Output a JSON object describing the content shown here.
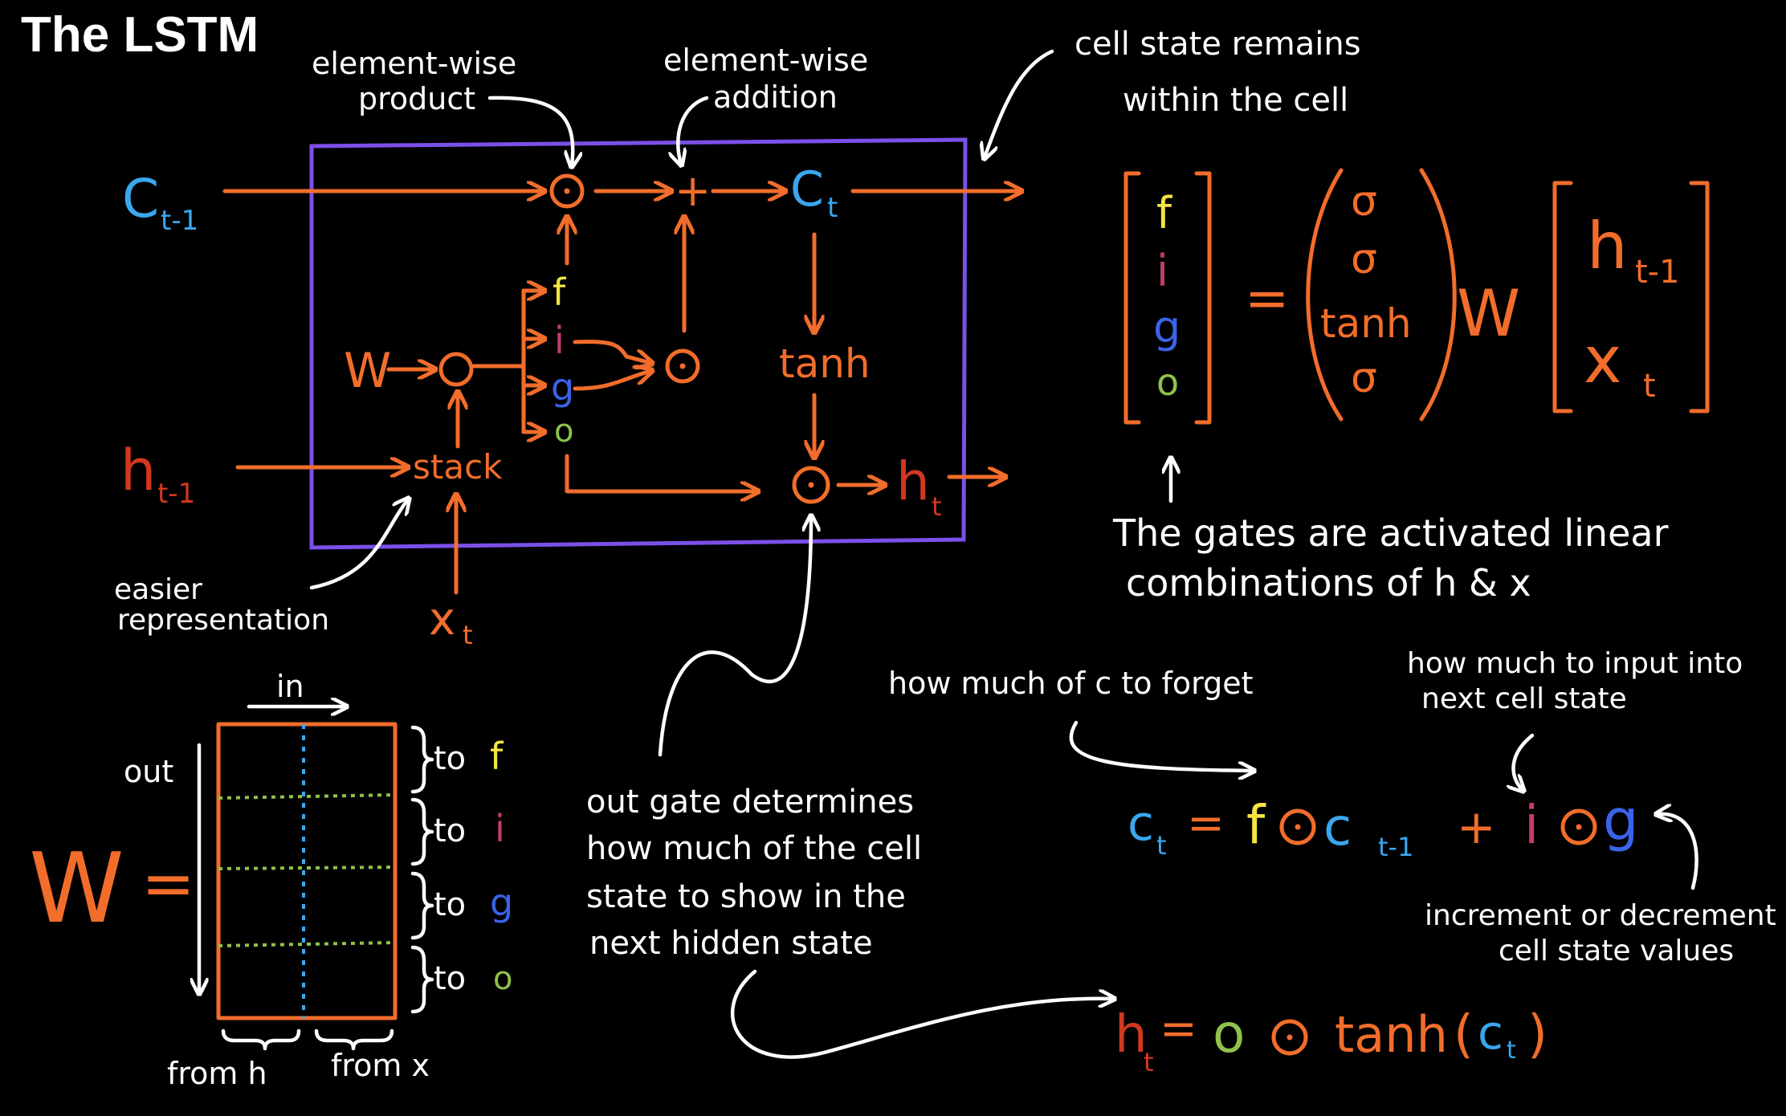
{
  "title": "The LSTM",
  "colors": {
    "orange": "#f26d2b",
    "purple": "#7b50e8",
    "cyan": "#3aa7ee",
    "yellow": "#f4e542",
    "magenta": "#c33c6d",
    "blue": "#3b63e8",
    "green": "#8fc24a",
    "red": "#d2381f",
    "white": "#ffffff"
  },
  "cell": {
    "c_prev_base": "C",
    "c_prev_sub": "t-1",
    "c_t_base": "C",
    "c_t_sub": "t",
    "h_prev_base": "h",
    "h_prev_sub": "t-1",
    "h_t_base": "h",
    "h_t_sub": "t",
    "x_t_base": "x",
    "x_t_sub": "t",
    "W": "W",
    "stack": "stack",
    "tanh": "tanh",
    "plus": "+",
    "gate_f": "f",
    "gate_i": "i",
    "gate_g": "g",
    "gate_o": "o"
  },
  "annotations": {
    "elementwise_product_1": "element-wise",
    "elementwise_product_2": "product",
    "elementwise_addition_1": "element-wise",
    "elementwise_addition_2": "addition",
    "cell_state_1": "cell state   remains",
    "cell_state_2": "within the cell",
    "easier_1": "easier",
    "easier_2": "representation",
    "gates_1": "The gates are activated linear",
    "gates_2": "combinations of  h & x",
    "forget": "how much of c to forget",
    "input_1": "how much to input into",
    "input_2": "next cell state",
    "increment_1": "increment or decrement",
    "increment_2": "cell state values",
    "out_gate_1": "out gate determines",
    "out_gate_2": "how much of the cell",
    "out_gate_3": "state to show in the",
    "out_gate_4": "next hidden state"
  },
  "gate_equation": {
    "vector": [
      "f",
      "i",
      "g",
      "o"
    ],
    "equals": "=",
    "activations": [
      "σ",
      "σ",
      "tanh",
      "σ"
    ],
    "W": "W",
    "input_h": "h",
    "input_h_sub": "t-1",
    "input_x": "x",
    "input_x_sub": "t"
  },
  "cell_equation": {
    "lhs": "c",
    "lhs_sub": "t",
    "equals": "=",
    "f": "f",
    "c_prev": "c",
    "c_prev_sub": "t-1",
    "plus": "+",
    "i": "i",
    "g": "g"
  },
  "hidden_equation": {
    "lhs": "h",
    "lhs_sub": "t",
    "equals": "=",
    "o": "o",
    "tanh": "tanh",
    "open": "(",
    "c": "c",
    "c_sub": "t",
    "close": ")"
  },
  "matrix": {
    "W": "W",
    "equals": "=",
    "in": "in",
    "out": "out",
    "rows": [
      {
        "label": "to",
        "gate": "f"
      },
      {
        "label": "to",
        "gate": "i"
      },
      {
        "label": "to",
        "gate": "g"
      },
      {
        "label": "to",
        "gate": "o"
      }
    ],
    "from_h": "from h",
    "from_x": "from x"
  }
}
